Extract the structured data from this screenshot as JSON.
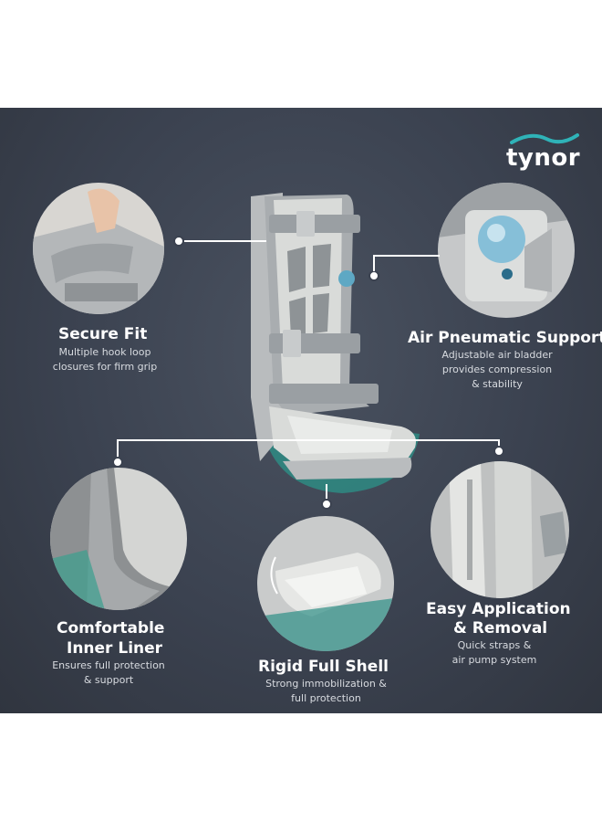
{
  "brand": {
    "name": "tynor"
  },
  "colors": {
    "background": "#3b4250",
    "accent": "#2fb3b8",
    "text": "#ffffff"
  },
  "features": {
    "secure_fit": {
      "title": "Secure Fit",
      "line1": "Multiple hook loop",
      "line2": "closures for firm grip"
    },
    "air_pneumatic": {
      "title": "Air Pneumatic Support",
      "line1": "Adjustable air bladder",
      "line2": "provides compression",
      "line3": "& stability"
    },
    "inner_liner": {
      "title1": "Comfortable",
      "title2": "Inner Liner",
      "line1": "Ensures full protection",
      "line2": "& support"
    },
    "rigid_shell": {
      "title": "Rigid Full Shell",
      "line1": "Strong immobilization &",
      "line2": "full protection"
    },
    "easy_application": {
      "title1": "Easy Application",
      "title2": "& Removal",
      "line1": "Quick straps &",
      "line2": "air pump system"
    }
  }
}
